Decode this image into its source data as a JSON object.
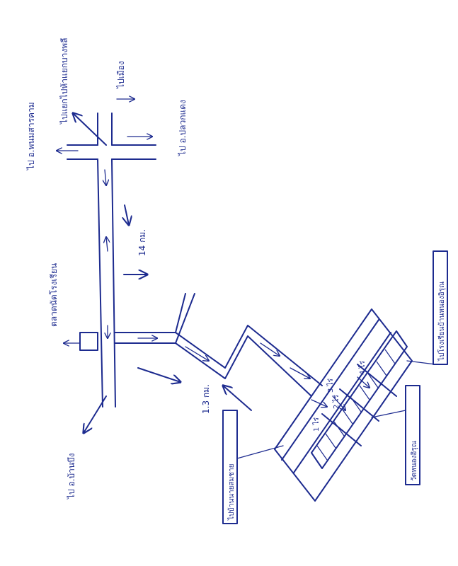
{
  "labels": {
    "top_right": "ไปแยกไปห้าแยกบางพลี",
    "top_left": "ไป อ.พนมสารคาม",
    "top_mid": "ไปเมือง",
    "road_side": "ไป อ.ปลวกแดง",
    "distance_main": "14 กม.",
    "landmark": "ตลาดนัดโรงเรียน",
    "bottom_left": "ไป อ.บ้านบึง",
    "distance_branch": "1.3 กม.",
    "box_top": "ไปโรงเรียนบ้านหนองอิรุณ",
    "box_mid": "วัดหนองอิรุณ",
    "box_left": "ไปบ้านนายสมชาย",
    "plot_a": "1 ไร่",
    "plot_b": "2 ไร่",
    "plot_c": "3 ไร่",
    "plot_d": "4 ไร่"
  },
  "colors": {
    "ink": "#1d2b8f",
    "paper": "#ffffff"
  }
}
